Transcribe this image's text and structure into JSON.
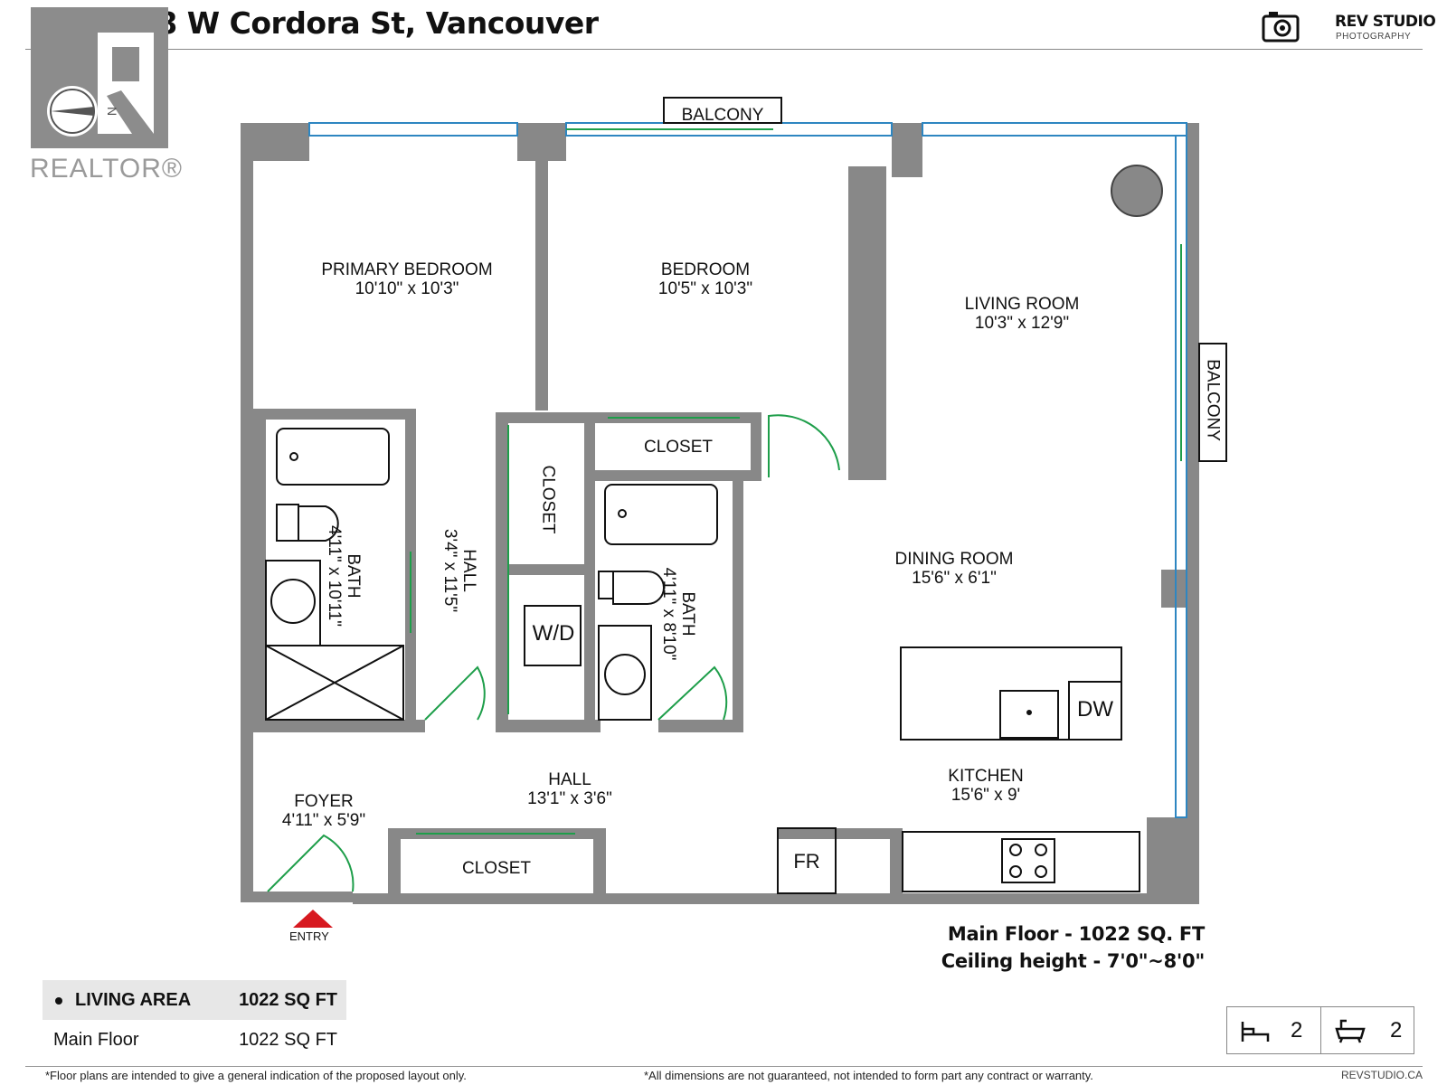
{
  "title": "605 128 W Cordora St, Vancouver",
  "brand": {
    "name": "REV STUDIO",
    "sub": "PHOTOGRAPHY",
    "website": "REVSTUDIO.CA"
  },
  "realtor": {
    "word": "REALTOR®",
    "compass_letter": "N"
  },
  "rooms": {
    "primary_bedroom": {
      "name": "PRIMARY BEDROOM",
      "dims": "10'10\" x 10'3\""
    },
    "bedroom": {
      "name": "BEDROOM",
      "dims": "10'5\" x 10'3\""
    },
    "living_room": {
      "name": "LIVING ROOM",
      "dims": "10'3\" x 12'9\""
    },
    "dining_room": {
      "name": "DINING ROOM",
      "dims": "15'6\" x 6'1\""
    },
    "kitchen": {
      "name": "KITCHEN",
      "dims": "15'6\" x 9'"
    },
    "hall_main": {
      "name": "HALL",
      "dims": "13'1\" x 3'6\""
    },
    "hall_vertical": {
      "name": "HALL",
      "dims": "3'4\" x 11'5\""
    },
    "bath_left": {
      "name": "BATH",
      "dims": "4'11\" x 10'11\""
    },
    "bath_right": {
      "name": "BATH",
      "dims": "4'11\" x 8'10\""
    },
    "foyer": {
      "name": "FOYER",
      "dims": "4'11\" x 5'9\""
    }
  },
  "labels": {
    "balcony_top": "BALCONY",
    "balcony_right": "BALCONY",
    "closet_top": "CLOSET",
    "closet_vertical": "CLOSET",
    "closet_bottom": "CLOSET",
    "wd": "W/D",
    "dw": "DW",
    "fr": "FR",
    "entry": "ENTRY"
  },
  "floor_info": {
    "main_floor": "Main Floor - 1022 SQ. FT",
    "ceiling": "Ceiling height - 7'0\"~8'0\""
  },
  "area_table": {
    "header_label": "LIVING AREA",
    "header_value": "1022 SQ FT",
    "row_label": "Main Floor",
    "row_value": "1022 SQ FT"
  },
  "counts": {
    "bedrooms": "2",
    "bathrooms": "2",
    "bed_icon": "bed-icon",
    "bath_icon": "bathtub-icon"
  },
  "footer": {
    "left": "*Floor plans are intended to give a general indication of the proposed layout only.",
    "right": "*All dimensions are not guaranteed, not intended to form part any contract or warranty."
  },
  "colors": {
    "wall": "#888888",
    "window": "#2e86c1",
    "door": "#1e9e4a",
    "entry_arrow": "#d71920"
  }
}
